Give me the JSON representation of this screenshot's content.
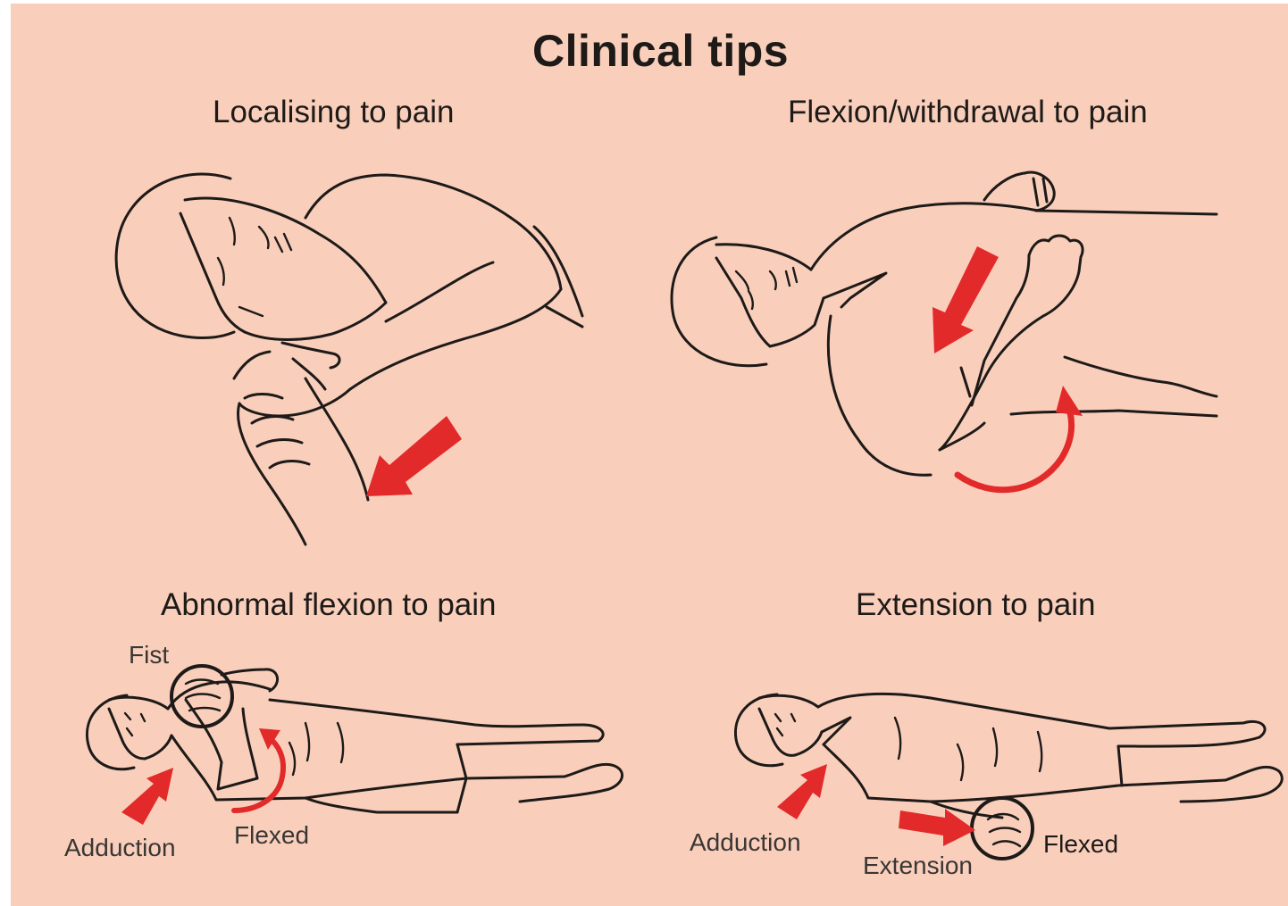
{
  "title": "Clinical tips",
  "colors": {
    "background": "#f9cfbc",
    "ink": "#1e1a18",
    "arrow": "#e32a2a"
  },
  "panels": [
    {
      "title": "Localising to pain",
      "notes": []
    },
    {
      "title": "Flexion/withdrawal to pain",
      "notes": []
    },
    {
      "title": "Abnormal flexion to pain",
      "notes": {
        "fist": "Fist",
        "adduction": "Adduction",
        "flexed": "Flexed"
      }
    },
    {
      "title": "Extension to pain",
      "notes": {
        "adduction": "Adduction",
        "extension": "Extension",
        "flexed": "Flexed"
      }
    }
  ]
}
